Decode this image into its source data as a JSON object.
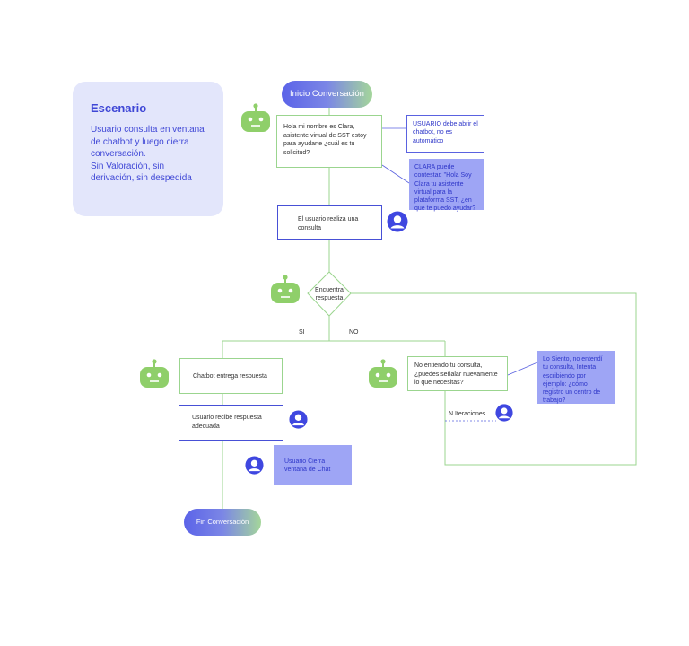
{
  "scenario": {
    "title": "Escenario",
    "text": "Usuario consulta en ventana de chatbot y luego cierra conversación.\nSin Valoración, sin derivación, sin despedida"
  },
  "start_label": "Inicio Conversación",
  "end_label": "Fin Conversación",
  "greeting_box": "Hola mi nombre es Clara, asistente virtual de SST estoy para ayudarte ¿cuál es tu solicitud?",
  "note_open_chat": "USUARIO debe abrir el chatbot, no es automático",
  "note_clara": "CLARA puede contestar: \"Hola Soy Clara tu asistente virtual para la plataforma SST, ¿en que te puedo ayudar?",
  "user_query_box": "El usuario realiza  una consulta",
  "decision_label": "Encuentra\nrespuesta",
  "branch_yes": "SI",
  "branch_no": "NO",
  "chatbot_answer_box": "Chatbot entrega respuesta",
  "user_receives_box": "Usuario recibe respuesta adecuada",
  "note_user_closes": "Usuario Cierra ventana de Chat",
  "not_understand_box": "No entiendo tu consulta, ¿puedes señalar nuevamente lo que necesitas?",
  "note_sorry": "Lo Siento, no entendí tu consulta, Intenta escribiendo por ejemplo: ¿cómo registro un centro de trabajo?",
  "iterations_label": "N Iteraciones",
  "colors": {
    "flow_line": "#9bd58f",
    "user_blue": "#3f47e0",
    "bot_green": "#8fcf6a",
    "note_fill": "#9ea5f5"
  },
  "icons": [
    "robot-icon",
    "user-icon"
  ]
}
